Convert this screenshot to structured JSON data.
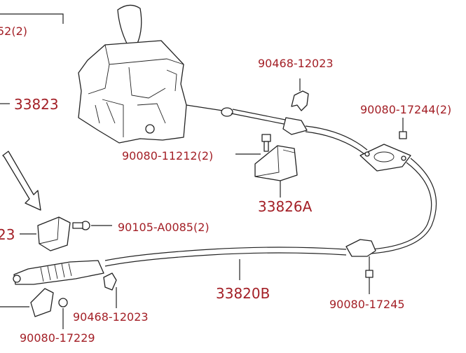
{
  "labels": {
    "top_left_partial": "52(2)",
    "p33823": "33823",
    "p23_partial": "23",
    "p90468_top": "90468-12023",
    "p90080_17244": "90080-17244(2)",
    "p90080_11212": "90080-11212(2)",
    "p33826A": "33826A",
    "p90105": "90105-A0085(2)",
    "p33820B": "33820B",
    "p90468_bottom": "90468-12023",
    "p90080_17245": "90080-17245",
    "p90080_17229": "90080-17229"
  },
  "colors": {
    "label": "#a31f26",
    "line": "#222222",
    "background": "#ffffff"
  }
}
